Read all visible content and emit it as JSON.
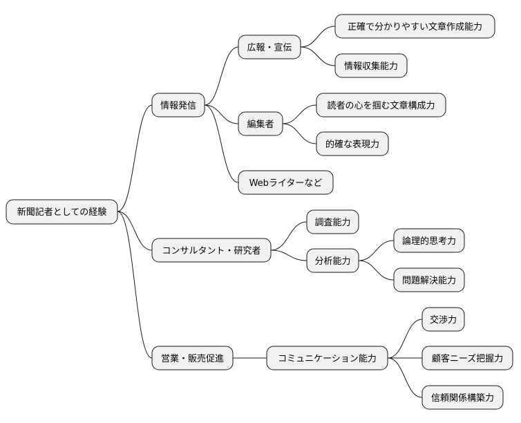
{
  "mindmap": {
    "root": "新聞記者としての経験",
    "branches": [
      {
        "label": "情報発信",
        "children": [
          {
            "label": "広報・宣伝",
            "children": [
              {
                "label": "正確で分かりやすい文章作成能力"
              },
              {
                "label": "情報収集能力"
              }
            ]
          },
          {
            "label": "編集者",
            "children": [
              {
                "label": "読者の心を掴む文章構成力"
              },
              {
                "label": "的確な表現力"
              }
            ]
          },
          {
            "label": "Webライターなど"
          }
        ]
      },
      {
        "label": "コンサルタント・研究者",
        "children": [
          {
            "label": "調査能力"
          },
          {
            "label": "分析能力",
            "children": [
              {
                "label": "論理的思考力"
              },
              {
                "label": "問題解決能力"
              }
            ]
          }
        ]
      },
      {
        "label": "営業・販売促進",
        "children": [
          {
            "label": "コミュニケーション能力",
            "children": [
              {
                "label": "交渉力"
              },
              {
                "label": "顧客ニーズ把握力"
              },
              {
                "label": "信頼関係構築力"
              }
            ]
          }
        ]
      }
    ]
  }
}
